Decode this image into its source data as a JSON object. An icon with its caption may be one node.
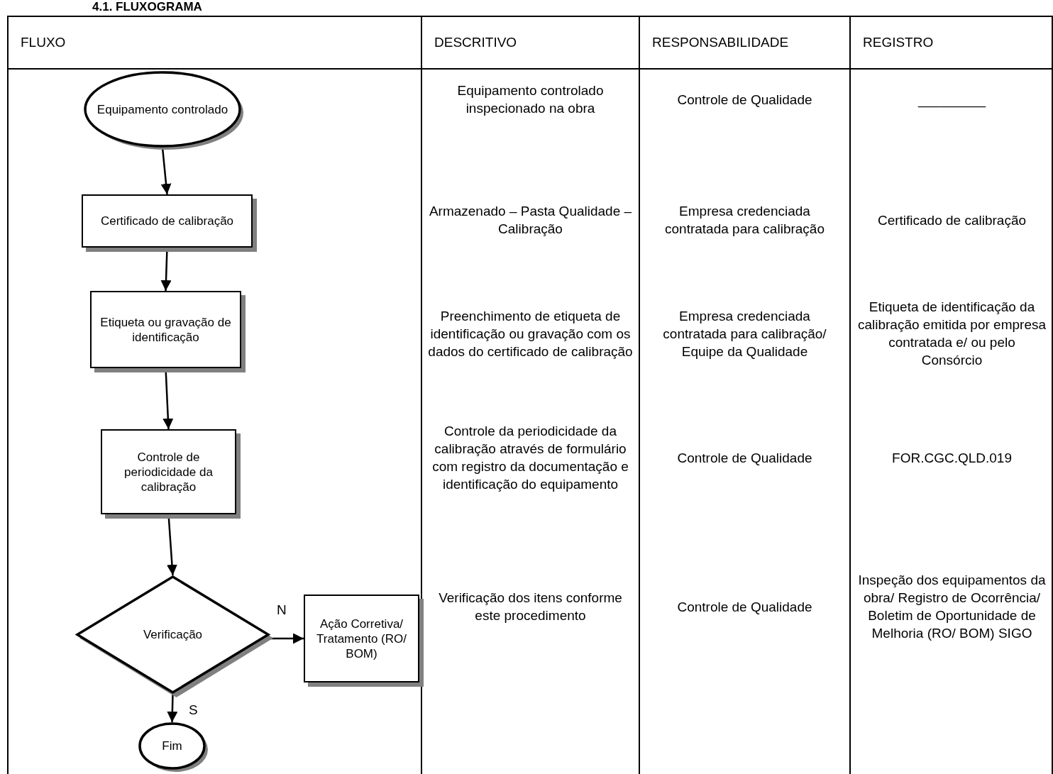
{
  "diagram": {
    "title": "4.1. FLUXOGRAMA",
    "nodes": [
      {
        "text": [
          "Equipamento controlado"
        ]
      },
      {
        "text": [
          "Certificado de calibração"
        ]
      },
      {
        "text": [
          "Etiqueta ou gravação de identificação"
        ]
      },
      {
        "text": [
          "Controle de periodicidade da calibração"
        ]
      },
      {
        "text": [
          "Verificação"
        ]
      },
      {
        "text": [
          "Ação Corretiva/ Tratamento (RO/ BOM)"
        ]
      },
      {
        "text": [
          "Fim"
        ]
      }
    ],
    "edges": [
      {
        "from": 0,
        "to": 1,
        "arrow": "to"
      },
      {
        "from": 1,
        "to": 2,
        "arrow": "to"
      },
      {
        "from": 2,
        "to": 3,
        "arrow": "to"
      },
      {
        "from": 3,
        "to": 4,
        "arrow": "to"
      },
      {
        "from": 4,
        "to": 5,
        "arrow": "to",
        "label": "N"
      },
      {
        "from": 4,
        "to": 6,
        "arrow": "to",
        "label": "S"
      }
    ],
    "labels": [
      "FLUXO",
      "DESCRITIVO",
      "RESPONSABILIDADE",
      "REGISTRO",
      "Equipamento controlado inspecionado na obra",
      "Controle de Qualidade",
      "_________",
      "Armazenado – Pasta Qualidade – Calibração",
      "Empresa credenciada contratada para calibração",
      "Certificado de calibração",
      "Preenchimento de etiqueta de identificação ou gravação com os dados do certificado de calibração",
      "Empresa credenciada contratada para calibração/ Equipe da Qualidade",
      "Etiqueta de identificação da calibração emitida por empresa contratada e/ ou pelo Consórcio",
      "Controle da periodicidade da calibração através de formulário com registro da documentação e identificação do equipamento",
      "Controle de Qualidade",
      "FOR.CGC.QLD.019",
      "Verificação dos itens conforme este procedimento",
      "Controle de Qualidade",
      "Inspeção dos equipamentos da obra/ Registro de Ocorrência/ Boletim de Oportunidade de Melhoria (RO/ BOM) SIGO"
    ]
  }
}
